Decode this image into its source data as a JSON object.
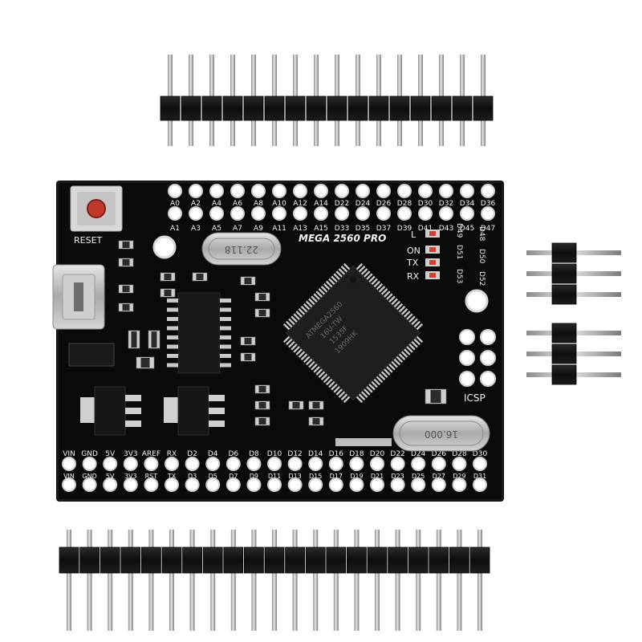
{
  "board": {
    "title": "MEGA 2560 PRO",
    "reset_label": "RESET",
    "icsp_label": "ICSP",
    "mcu_marking": [
      "ATMEGA2560",
      "16U-TW",
      "1535F",
      "1909HK"
    ],
    "crystal_top": "22.118",
    "crystal_bottom": "16.000",
    "led_labels": [
      "L",
      "ON",
      "TX",
      "RX"
    ],
    "side_labels": [
      "D49",
      "D51",
      "D53"
    ],
    "side_labels_right": [
      "D48",
      "D50",
      "D52"
    ],
    "top_row_upper": [
      "A0",
      "A2",
      "A4",
      "A6",
      "A8",
      "A10",
      "A12",
      "A14",
      "D22",
      "D24",
      "D26",
      "D28",
      "D30",
      "D32",
      "D34",
      "D36"
    ],
    "top_row_lower": [
      "A1",
      "A3",
      "A5",
      "A7",
      "A9",
      "A11",
      "A13",
      "A15",
      "D33",
      "D35",
      "D37",
      "D39",
      "D41",
      "D43",
      "D45",
      "D47"
    ],
    "bottom_row_upper": [
      "VIN",
      "GND",
      "5V",
      "3V3",
      "AREF",
      "RX",
      "D2",
      "D4",
      "D6",
      "D8",
      "D10",
      "D12",
      "D14",
      "D16",
      "D18",
      "D20",
      "D22",
      "D24",
      "D26",
      "D28",
      "D30"
    ],
    "bottom_row_lower": [
      "VIN",
      "GND",
      "5V",
      "3V3",
      "RST",
      "TX",
      "D3",
      "D5",
      "D7",
      "D9",
      "D11",
      "D13",
      "D15",
      "D17",
      "D19",
      "D21",
      "D23",
      "D25",
      "D27",
      "D29",
      "D31"
    ]
  },
  "colors": {
    "pcb": "#0a0a0a",
    "silkscreen": "#f2f2f2",
    "header_plastic": "#111111",
    "pin_metal": "#c9c9c9",
    "reset_button": "#c0392b",
    "usb_metal": "#bdbdbd"
  },
  "icons": [
    "pin-header-icon",
    "chip-icon",
    "crystal-icon",
    "usb-port-icon"
  ]
}
